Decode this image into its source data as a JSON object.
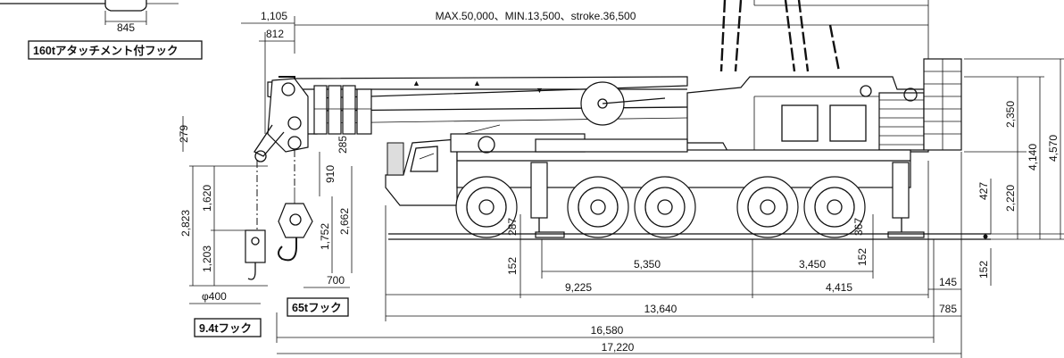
{
  "dimensions": {
    "top_1105": "1,105",
    "top_812": "812",
    "top_845": "845",
    "stroke_note": "MAX.50,000、MIN.13,500、stroke.36,500",
    "left_279": "279",
    "left_1620": "1,620",
    "left_2823": "2,823",
    "left_1203": "1,203",
    "hook_910": "910",
    "hook_285": "285",
    "hook_1752": "1,752",
    "hook_2662": "2,662",
    "hook_700": "700",
    "phi_400": "φ400",
    "d_287": "287",
    "d_152_a": "152",
    "d_5350": "5,350",
    "d_3450": "3,450",
    "d_152_b": "152",
    "d_367": "367",
    "d_9225": "9,225",
    "d_4415": "4,415",
    "d_13640": "13,640",
    "d_16580": "16,580",
    "d_17220": "17,220",
    "d_145": "145",
    "d_785": "785",
    "right_2350": "2,350",
    "right_4140": "4,140",
    "right_4570": "4,570",
    "right_427": "427",
    "right_2220": "2,220",
    "right_152": "152"
  },
  "labels": {
    "hook_160t": "160tアタッチメント付フック",
    "hook_65t": "65tフック",
    "hook_9t": "9.4tフック"
  }
}
